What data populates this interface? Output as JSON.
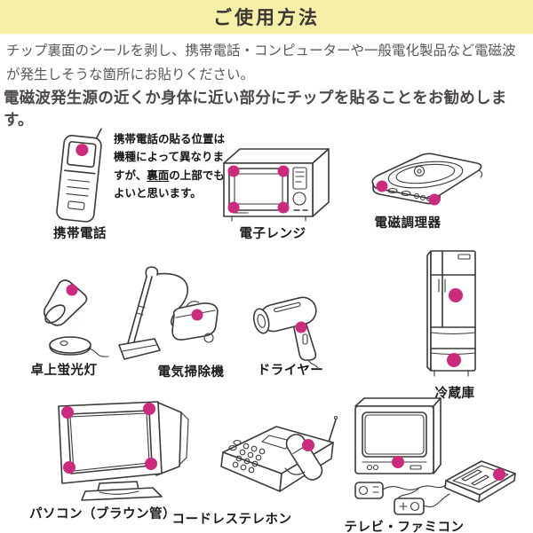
{
  "header": {
    "title": "ご使用方法"
  },
  "intro": "チップ裏面のシールを剥し、携帯電話・コンピューターや一般電化製品など電磁波が発生しそうな箇所にお貼りください。",
  "recommendation": "電磁波発生源の近くか身体に近い部分にチップを貼ることをお勧めします。",
  "phone_note": {
    "part1": "携帯電話の貼る位置は機種によって異なりますが、",
    "underlined": "裏面",
    "part2": "の上部でもよいと思います。"
  },
  "items": [
    {
      "id": "mobile-phone",
      "label": "携帯電話",
      "dots": 1
    },
    {
      "id": "microwave-oven",
      "label": "電子レンジ",
      "dots": 4
    },
    {
      "id": "induction-cooker",
      "label": "電磁調理器",
      "dots": 2
    },
    {
      "id": "desk-lamp",
      "label": "卓上蛍光灯",
      "dots": 1
    },
    {
      "id": "vacuum-cleaner",
      "label": "電気掃除機",
      "dots": 1
    },
    {
      "id": "hair-dryer",
      "label": "ドライヤー",
      "dots": 1
    },
    {
      "id": "refrigerator",
      "label": "冷蔵庫",
      "dots": 2
    },
    {
      "id": "crt-pc",
      "label": "パソコン（ブラウン管）",
      "dots": 4
    },
    {
      "id": "cordless-phone",
      "label": "コードレステレホン",
      "dots": 1
    },
    {
      "id": "tv-famicom",
      "label": "テレビ・ファミコン",
      "dots": 2
    }
  ],
  "colors": {
    "header_bg": "#f6efa7",
    "dot_pink": "#cc2b7d",
    "line_art": "#3c3a39",
    "body_text": "#595757",
    "strong_text": "#4c4846",
    "label_text": "#1a1a1a",
    "page_bg": "#ffffff"
  }
}
